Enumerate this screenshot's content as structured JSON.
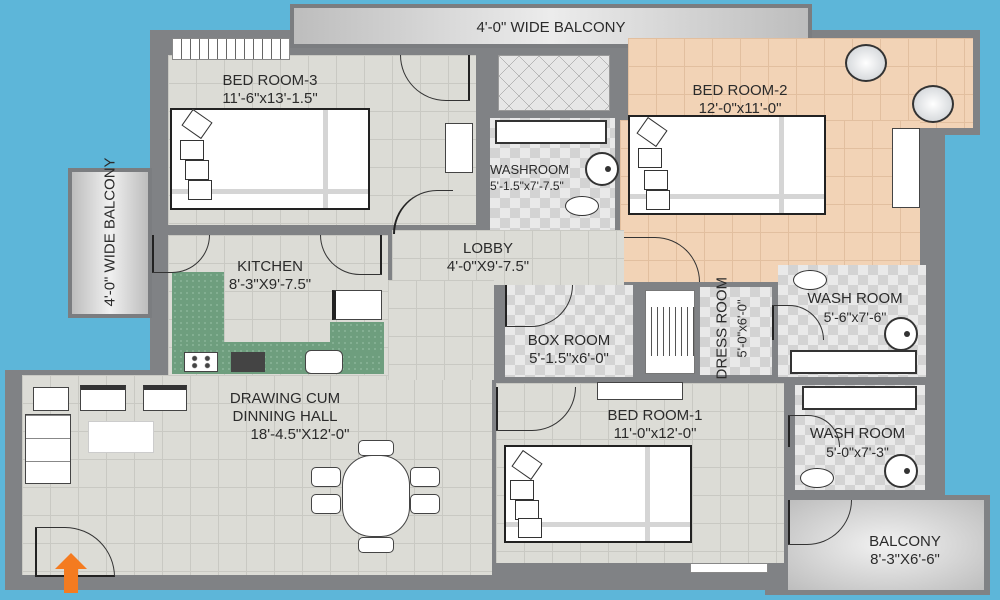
{
  "title": "Apartment Floor Plan",
  "colors": {
    "background": "#5db6d9",
    "wall": "#808285",
    "floor_tile": "#dcdcd6",
    "bedroom2_floor": "#f2d3b6",
    "entry_arrow": "#f47b20",
    "kitchen_counter": "#6e9e7e"
  },
  "rooms": {
    "top_balcony": {
      "name": "4'-0\" WIDE BALCONY"
    },
    "left_balcony": {
      "name": "4'-0\" WIDE BALCONY"
    },
    "bedroom3": {
      "name": "BED ROOM-3",
      "dims": "11'-6\"x13'-1.5\""
    },
    "bedroom2": {
      "name": "BED ROOM-2",
      "dims": "12'-0\"x11'-0\""
    },
    "washroom_top": {
      "name": "WASHROOM",
      "dims": "5'-1.5\"x7'-7.5\""
    },
    "kitchen": {
      "name": "KITCHEN",
      "dims": "8'-3\"X9'-7.5\""
    },
    "lobby": {
      "name": "LOBBY",
      "dims": "4'-0\"X9'-7.5\""
    },
    "box_room": {
      "name": "BOX ROOM",
      "dims": "5'-1.5\"x6'-0\""
    },
    "dress_room": {
      "name": "DRESS ROOM",
      "dims": "5'-0\"x6'-0\""
    },
    "wash_room_1": {
      "name": "WASH ROOM",
      "dims": "5'-6\"x7'-6\""
    },
    "wash_room_2": {
      "name": "WASH ROOM",
      "dims": "5'-0\"x7'-3\""
    },
    "drawing_hall": {
      "name_line1": "DRAWING CUM",
      "name_line2": "DINNING HALL",
      "dims": "18'-4.5\"X12'-0\""
    },
    "bedroom1": {
      "name": "BED ROOM-1",
      "dims": "11'-0\"x12'-0\""
    },
    "balcony_br": {
      "name": "BALCONY",
      "dims": "8'-3\"X6'-6\""
    }
  },
  "icons": {
    "entry": "entry-arrow-icon"
  }
}
